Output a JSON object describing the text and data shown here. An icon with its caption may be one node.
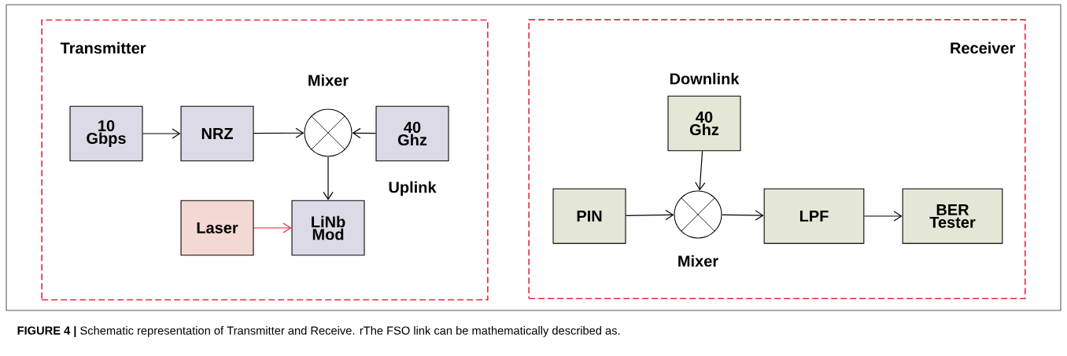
{
  "diagram": {
    "caption": "**FIGURE 4 |** Schematic representation of Transmitter and Receive. rThe FSO link can be mathematically described as.",
    "nodes": [
      {
        "text": [
          "Transmitter"
        ]
      },
      {
        "text": [
          "10 Gbps"
        ],
        "in": 0
      },
      {
        "text": [
          "NRZ"
        ],
        "in": 0
      },
      {
        "text": [],
        "shape": "circle",
        "beside": [
          "Mixer"
        ],
        "in": 0
      },
      {
        "text": [
          "40 Ghz"
        ],
        "in": 0,
        "beside": [
          "Uplink"
        ]
      },
      {
        "text": [
          "Laser"
        ],
        "in": 0
      },
      {
        "text": [
          "LiNb Mod"
        ],
        "in": 0
      },
      {
        "text": [
          "Receiver"
        ]
      },
      {
        "text": [
          "40 Ghz"
        ],
        "in": 7,
        "beside": [
          "Downlink"
        ]
      },
      {
        "text": [
          "PIN"
        ],
        "in": 7
      },
      {
        "text": [],
        "shape": "circle",
        "beside": [
          "Mixer"
        ],
        "in": 7
      },
      {
        "text": [
          "LPF"
        ],
        "in": 7
      },
      {
        "text": [
          "BER Tester"
        ],
        "in": 7
      }
    ],
    "edges": [
      {
        "from": 1,
        "to": 2,
        "arrow": "to"
      },
      {
        "from": 2,
        "to": 3,
        "arrow": "to"
      },
      {
        "from": 4,
        "to": 3,
        "arrow": "to"
      },
      {
        "from": 3,
        "to": 6,
        "arrow": "to"
      },
      {
        "from": 5,
        "to": 6,
        "arrow": "to",
        "color": "#e8202a"
      },
      {
        "from": 9,
        "to": 10,
        "arrow": "to"
      },
      {
        "from": 8,
        "to": 10,
        "arrow": "to"
      },
      {
        "from": 10,
        "to": 11,
        "arrow": "to"
      },
      {
        "from": 11,
        "to": 12,
        "arrow": "to"
      }
    ]
  }
}
